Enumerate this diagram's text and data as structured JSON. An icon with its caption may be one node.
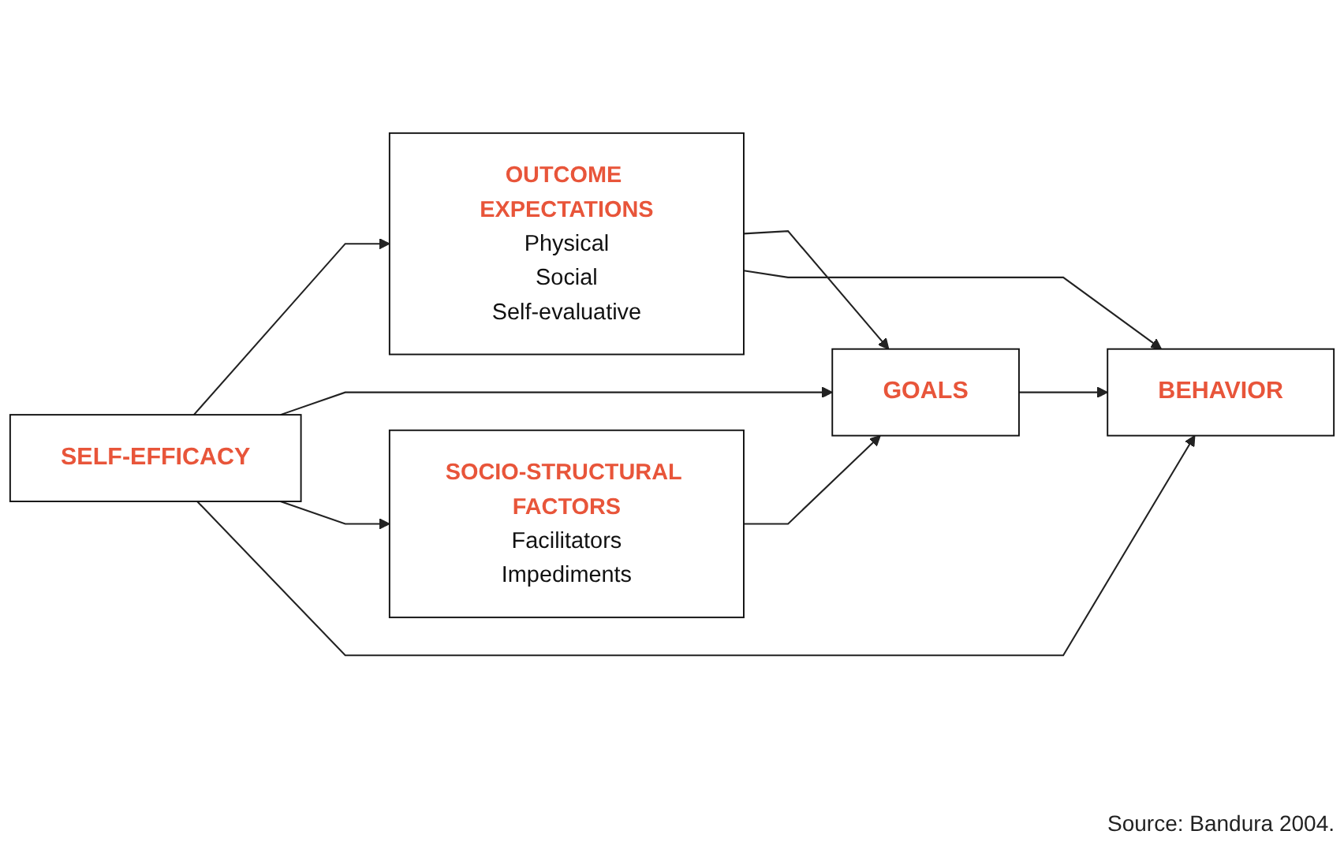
{
  "diagram": {
    "nodes": [
      {
        "text": [
          "OUTCOME EXPECTATIONS",
          "Physical",
          "Social",
          "Self-evaluative"
        ]
      },
      {
        "text": [
          "SELF-EFFICACY"
        ]
      },
      {
        "text": [
          "GOALS"
        ]
      },
      {
        "text": [
          "BEHAVIOR"
        ]
      },
      {
        "text": [
          "SOCIO-STRUCTURAL FACTORS",
          "Facilitators",
          "Impediments"
        ]
      }
    ],
    "edges": [
      {
        "from": 1,
        "to": 0,
        "arrow": "to"
      },
      {
        "from": 0,
        "to": 2,
        "arrow": "to"
      },
      {
        "from": 1,
        "to": 2,
        "arrow": "to"
      },
      {
        "from": 2,
        "to": 3,
        "arrow": "to"
      },
      {
        "from": 1,
        "to": 4,
        "arrow": "to"
      },
      {
        "from": 4,
        "to": 2,
        "arrow": "to"
      },
      {
        "from": 0,
        "to": 3,
        "arrow": "to"
      },
      {
        "from": 1,
        "to": 3,
        "arrow": "to"
      }
    ],
    "labels": [
      "Source: Bandura 2004."
    ]
  }
}
